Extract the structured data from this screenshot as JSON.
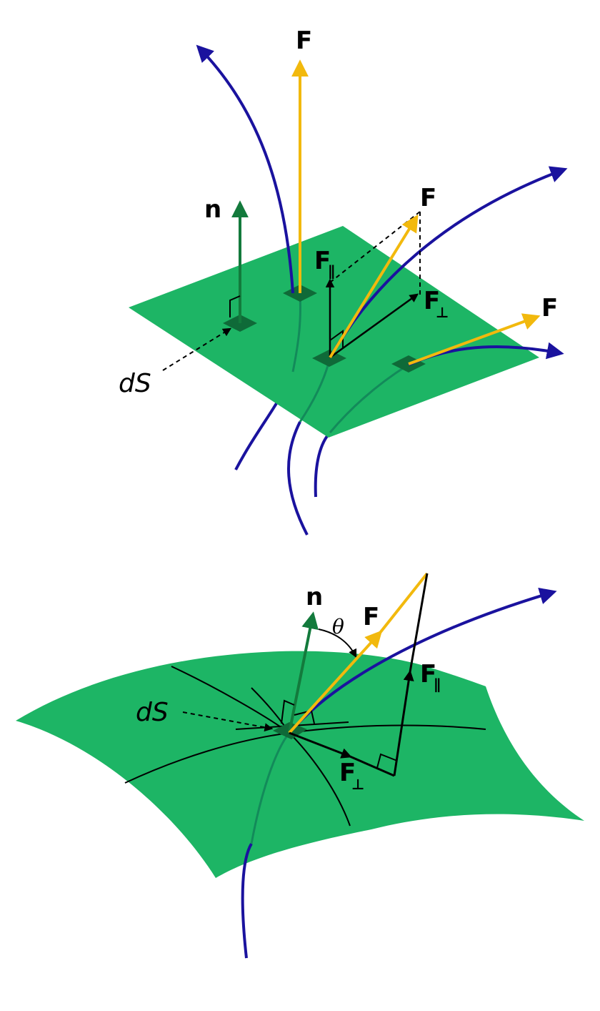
{
  "colors": {
    "surface": "#1db565",
    "surface_patch": "#0f6a38",
    "normal": "#137a3c",
    "field_vector": "#f2b90d",
    "field_line": "#1a129e",
    "field_line_under": "#138a5a",
    "construction": "#000000"
  },
  "top_panel": {
    "label_F_vertical": "F",
    "label_F_oblique": "F",
    "label_F_tangent": "F",
    "label_n": "n",
    "label_F_parallel": "F",
    "label_F_parallel_sub": "∥",
    "label_F_perp": "F",
    "label_F_perp_sub": "⊥",
    "label_dS": "dS"
  },
  "bottom_panel": {
    "label_n": "n",
    "label_F": "F",
    "label_theta": "θ",
    "label_F_parallel": "F",
    "label_F_parallel_sub": "∥",
    "label_F_perp": "F",
    "label_F_perp_sub": "⊥",
    "label_dS": "dS"
  }
}
